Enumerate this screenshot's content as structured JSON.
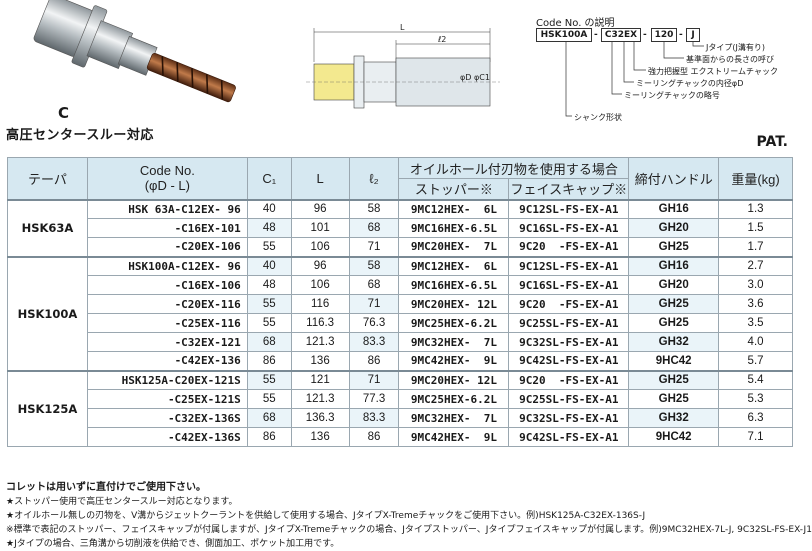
{
  "header": {
    "type_letter": "C",
    "title": "高圧センタースルー対応",
    "pat": "PAT."
  },
  "drawing": {
    "L": "L",
    "l2": "ℓ2",
    "dims": "φD φC1"
  },
  "code_explain": {
    "heading": "Code No. の説明",
    "parts": [
      "HSK100A",
      "C32EX",
      "120",
      "J"
    ],
    "legend": [
      "Jタイプ(J溝有り)",
      "基準面からの長さの呼び",
      "強力把握型 エクストリームチャック",
      "ミーリングチャックの内径φD",
      "ミーリングチャックの略号",
      "シャンク形状"
    ]
  },
  "table": {
    "headers": {
      "taper": "テーパ",
      "code": "Code No.",
      "code_sub": "(φD - L)",
      "c1": "C₁",
      "L": "L",
      "l2": "ℓ₂",
      "oil": "オイルホール付刃物を使用する場合",
      "stopper": "ストッパー※",
      "facecap": "フェイスキャップ※",
      "handle": "締付ハンドル",
      "weight": "重量(kg)"
    },
    "groups": [
      {
        "taper": "HSK63A",
        "rows": [
          {
            "code": "HSK 63A-C12EX- 96",
            "c1": "40",
            "L": "96",
            "l2": "58",
            "stopper": "9MC12HEX-  6L",
            "facecap": "9C12SL-FS-EX-A1",
            "handle": "GH16",
            "weight": "1.3"
          },
          {
            "code": "-C16EX-101",
            "c1": "48",
            "L": "101",
            "l2": "68",
            "stopper": "9MC16HEX-6.5L",
            "facecap": "9C16SL-FS-EX-A1",
            "handle": "GH20",
            "weight": "1.5"
          },
          {
            "code": "-C20EX-106",
            "c1": "55",
            "L": "106",
            "l2": "71",
            "stopper": "9MC20HEX-  7L",
            "facecap": "9C20  -FS-EX-A1",
            "handle": "GH25",
            "weight": "1.7"
          }
        ]
      },
      {
        "taper": "HSK100A",
        "rows": [
          {
            "code": "HSK100A-C12EX- 96",
            "c1": "40",
            "L": "96",
            "l2": "58",
            "stopper": "9MC12HEX-  6L",
            "facecap": "9C12SL-FS-EX-A1",
            "handle": "GH16",
            "weight": "2.7"
          },
          {
            "code": "-C16EX-106",
            "c1": "48",
            "L": "106",
            "l2": "68",
            "stopper": "9MC16HEX-6.5L",
            "facecap": "9C16SL-FS-EX-A1",
            "handle": "GH20",
            "weight": "3.0"
          },
          {
            "code": "-C20EX-116",
            "c1": "55",
            "L": "116",
            "l2": "71",
            "stopper": "9MC20HEX- 12L",
            "facecap": "9C20  -FS-EX-A1",
            "handle": "GH25",
            "weight": "3.6"
          },
          {
            "code": "-C25EX-116",
            "c1": "55",
            "L": "116.3",
            "l2": "76.3",
            "stopper": "9MC25HEX-6.2L",
            "facecap": "9C25SL-FS-EX-A1",
            "handle": "GH25",
            "weight": "3.5"
          },
          {
            "code": "-C32EX-121",
            "c1": "68",
            "L": "121.3",
            "l2": "83.3",
            "stopper": "9MC32HEX-  7L",
            "facecap": "9C32SL-FS-EX-A1",
            "handle": "GH32",
            "weight": "4.0"
          },
          {
            "code": "-C42EX-136",
            "c1": "86",
            "L": "136",
            "l2": "86",
            "stopper": "9MC42HEX-  9L",
            "facecap": "9C42SL-FS-EX-A1",
            "handle": "9HC42",
            "weight": "5.7"
          }
        ]
      },
      {
        "taper": "HSK125A",
        "rows": [
          {
            "code": "HSK125A-C20EX-121S",
            "c1": "55",
            "L": "121",
            "l2": "71",
            "stopper": "9MC20HEX- 12L",
            "facecap": "9C20  -FS-EX-A1",
            "handle": "GH25",
            "weight": "5.4"
          },
          {
            "code": "-C25EX-121S",
            "c1": "55",
            "L": "121.3",
            "l2": "77.3",
            "stopper": "9MC25HEX-6.2L",
            "facecap": "9C25SL-FS-EX-A1",
            "handle": "GH25",
            "weight": "5.3"
          },
          {
            "code": "-C32EX-136S",
            "c1": "68",
            "L": "136.3",
            "l2": "83.3",
            "stopper": "9MC32HEX-  7L",
            "facecap": "9C32SL-FS-EX-A1",
            "handle": "GH32",
            "weight": "6.3"
          },
          {
            "code": "-C42EX-136S",
            "c1": "86",
            "L": "136",
            "l2": "86",
            "stopper": "9MC42HEX-  9L",
            "facecap": "9C42SL-FS-EX-A1",
            "handle": "9HC42",
            "weight": "7.1"
          }
        ]
      }
    ]
  },
  "notes": [
    "コレットは用いずに直付けでご使用下さい。",
    "★ストッパー使用で高圧センタースルー対応となります。",
    "★オイルホール無しの刃物を、V溝からジェットクーラントを供給して使用する場合、JタイプX-Tremeチャックをご使用下さい。例)HSK125A-C32EX-136S-J",
    "※標準で表記のストッパー、フェイスキャップが付属しますが、JタイプX-Tremeチャックの場合、Jタイプストッパー、Jタイプフェイスキャップが付属します。例)9MC32HEX-7L-J, 9C32SL-FS-EX-J1",
    "★Jタイプの場合、三角溝から切削液を供給でき、側面加工、ポケット加工用です。"
  ]
}
